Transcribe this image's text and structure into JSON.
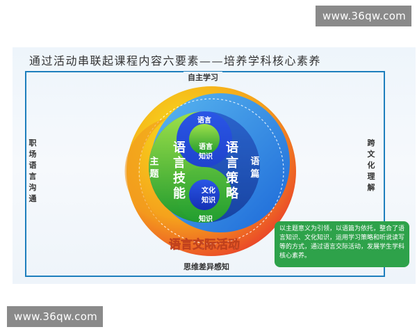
{
  "watermark": {
    "top": "www.36qw.com",
    "bottom": "www.36qw.com"
  },
  "slide": {
    "title": "通过活动串联起课程内容六要素——培养学科核心素养",
    "top_label": "自主学习",
    "bottom_label": "思维差异感知",
    "left_label": "职场语言沟通",
    "right_label": "跨文化理解"
  },
  "diagram": {
    "outer_ring_label": "语言交际活动",
    "theme": "主题",
    "discourse": "语篇",
    "language_top": "语言",
    "language_skills": "语言技能",
    "language_knowledge": "语言知识",
    "language_strategies": "语言策略",
    "cultural_knowledge": "文化知识",
    "knowledge_cut": "知识"
  },
  "callout": {
    "text": "以主题意义为引领，以语篇为依托，整合了语言知识、文化知识，运用学习策略和听说读写等的方式，通过语言交际活动，发展学生学科核心素养。"
  },
  "colors": {
    "frame": "#1e7fbd",
    "outer_ring_start": "#f7e01a",
    "outer_ring_end": "#e8382b",
    "green": "#2fb83a",
    "blue": "#1a3fd6",
    "callout_bg": "#2ea24a"
  }
}
